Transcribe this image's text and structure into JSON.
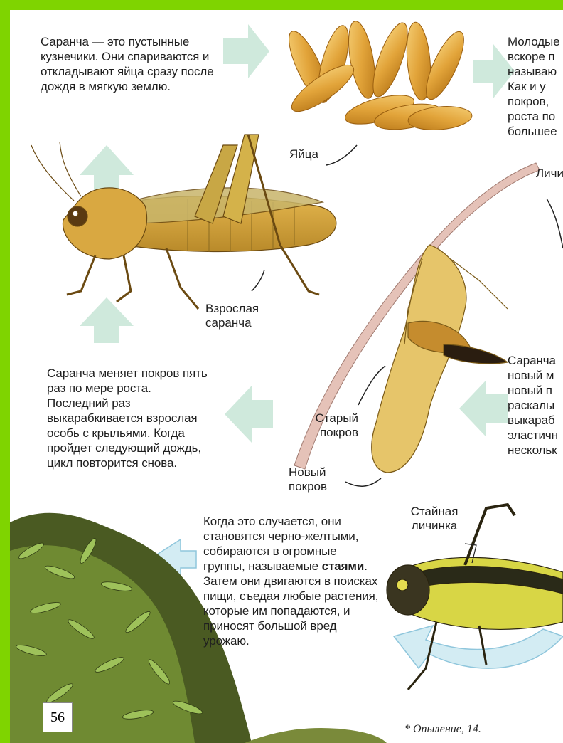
{
  "texts": {
    "intro": "Саранча — это пустынные кузнечики. Они спариваются и откладывают яйца сразу после дождя в мягкую землю.",
    "young": "Молодые вскоре п называю Как и у покров, роста по большее",
    "molting": "Саранча меняет покров пять раз по мере роста. Последний раз выкарабкивается взрослая особь с крыльями. Когда пройдет следующий дождь, цикл повторится снова.",
    "new_skin": "Саранча новый м новый п раскалы выкараб эластичн нескольк",
    "swarm_before": "Когда это случается, они становятся черно-желтыми, собираются в огромные группы, называемые ",
    "swarm_bold": "стаями",
    "swarm_after": ". Затем они двигаются в поисках пищи, съедая любые растения, которые им попадаются, и приносят большой вред урожаю."
  },
  "labels": {
    "eggs": "Яйца",
    "larva": "Личи",
    "adult": "Взрослая саранча",
    "old_skin": "Старый покров",
    "new_skin": "Новый покров",
    "swarm_larva": "Стайная личинка"
  },
  "page_number": "56",
  "footnote": "* Опыление, 14.",
  "colors": {
    "border": "#7fd400",
    "arrow": "#cfe9dc",
    "locust": "#d7a83c",
    "egg": "#e0a23a"
  }
}
